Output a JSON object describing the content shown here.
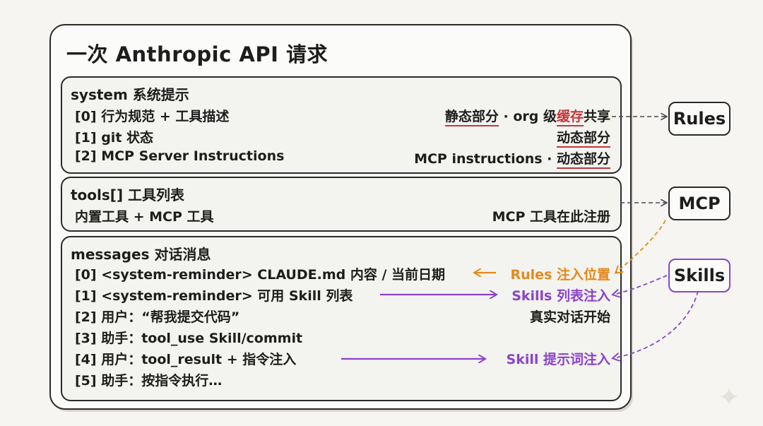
{
  "title": "一次 Anthropic API 请求",
  "system": {
    "heading": "system 系统提示",
    "rows": [
      {
        "left": "[0] 行为规范 + 工具描述",
        "right_a": "静态部分",
        "right_b": " · org 级",
        "right_c": "缓存",
        "right_d": "共享"
      },
      {
        "left": "[1] git 状态",
        "right": "动态部分"
      },
      {
        "left": "[2] MCP Server Instructions",
        "right_a": "MCP instructions · ",
        "right_b": "动态部分"
      }
    ]
  },
  "tools": {
    "heading": "tools[] 工具列表",
    "left": "内置工具 + MCP 工具",
    "right": "MCP 工具在此注册"
  },
  "messages": {
    "heading": "messages 对话消息",
    "rows": [
      {
        "left": "[0] <system-reminder> CLAUDE.md 内容 / 当前日期",
        "right": "Rules 注入位置"
      },
      {
        "left": "[1] <system-reminder> 可用 Skill 列表",
        "right": "Skills 列表注入"
      },
      {
        "left": "[2] 用户：“帮我提交代码”",
        "right": "真实对话开始"
      },
      {
        "left": "[3] 助手：tool_use Skill/commit"
      },
      {
        "left": "[4] 用户：tool_result + 指令注入",
        "right": "Skill 提示词注入"
      },
      {
        "left": "[5] 助手：按指令执行…"
      }
    ]
  },
  "tags": {
    "rules": "Rules",
    "mcp": "MCP",
    "skills": "Skills"
  },
  "colors": {
    "red": "#c8353a",
    "orange": "#e5891b",
    "purple": "#8a44c9",
    "ink": "#2a2a2a"
  },
  "icons": {
    "sparkle": "sparkle-icon"
  }
}
